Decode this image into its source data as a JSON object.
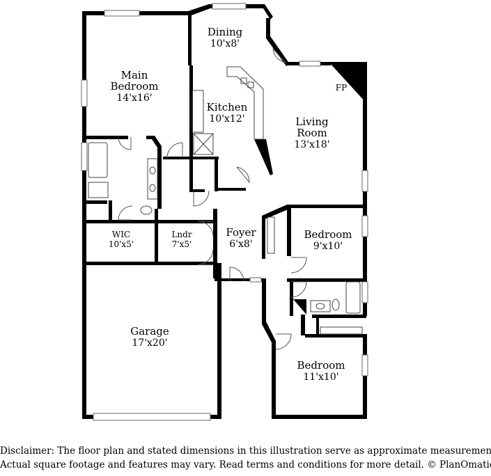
{
  "rooms": {
    "dining": {
      "name": "Dining",
      "dim": "10'x8'"
    },
    "main_bedroom": {
      "name_line1": "Main",
      "name_line2": "Bedroom",
      "dim": "14'x16'"
    },
    "kitchen": {
      "name": "Kitchen",
      "dim": "10'x12'"
    },
    "living_room": {
      "name_line1": "Living",
      "name_line2": "Room",
      "dim": "13'x18'"
    },
    "fireplace": {
      "name": "FP"
    },
    "wic": {
      "name": "WIC",
      "dim": "10'x5'"
    },
    "laundry": {
      "name": "Lndr",
      "dim": "7'x5'"
    },
    "foyer": {
      "name": "Foyer",
      "dim": "6'x8'"
    },
    "bedroom_2": {
      "name": "Bedroom",
      "dim": "9'x10'"
    },
    "garage": {
      "name": "Garage",
      "dim": "17'x20'"
    },
    "bedroom_3": {
      "name": "Bedroom",
      "dim": "11'x10'"
    }
  },
  "disclaimer": {
    "line1": "Disclaimer: The floor plan and stated dimensions in this illustration serve as approximate measurements.",
    "line2": "Actual square footage and features may vary. Read terms and conditions for more detail. © PlanOmatic"
  }
}
